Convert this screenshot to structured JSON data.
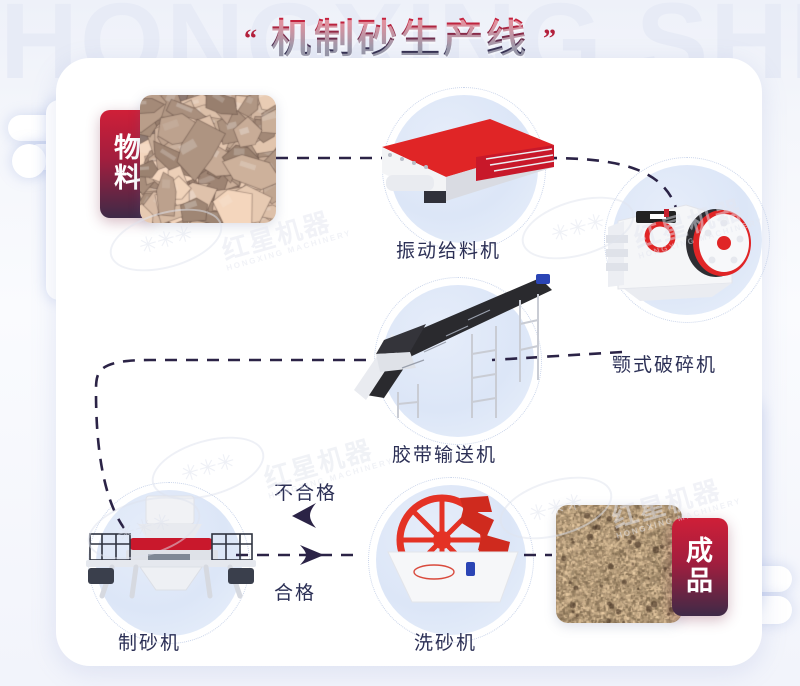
{
  "page": {
    "background_word": "HONGXING SHIQI",
    "accent_red": "#cf1f38",
    "accent_dark": "#20203c",
    "label_color": "#2b2f55",
    "panel_color": "#ffffff"
  },
  "header": {
    "quote_open": "“",
    "quote_close": "”",
    "title": "机制砂生产线"
  },
  "tabs": {
    "material": {
      "chars": [
        "物",
        "料"
      ]
    },
    "product": {
      "chars": [
        "成",
        "品"
      ]
    }
  },
  "watermark": {
    "cn": "红星机器",
    "en": "HONGXING MACHINERY",
    "stars": "✳✳✳"
  },
  "flow": {
    "nodes": [
      {
        "id": "material",
        "label": "物料",
        "type": "photo"
      },
      {
        "id": "feeder",
        "label": "振动给料机",
        "type": "machine"
      },
      {
        "id": "jaw",
        "label": "颚式破碎机",
        "type": "machine"
      },
      {
        "id": "conveyor",
        "label": "胶带输送机",
        "type": "machine"
      },
      {
        "id": "sandmaker",
        "label": "制砂机",
        "type": "machine"
      },
      {
        "id": "washer",
        "label": "洗砂机",
        "type": "machine"
      },
      {
        "id": "product",
        "label": "成品",
        "type": "photo"
      }
    ],
    "decisions": {
      "reject": "不合格",
      "accept": "合格"
    }
  }
}
